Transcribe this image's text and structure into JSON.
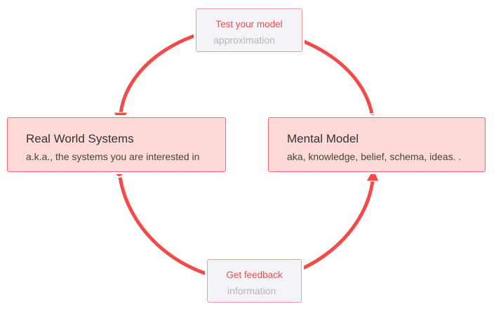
{
  "colors": {
    "accent": "#f44a4a",
    "node_fill": "#ffd8d8",
    "node_border": "#ef6b6b",
    "edge_label_fill": "#f4f4f8",
    "edge_label_title": "#e94e4e",
    "edge_label_sub": "#b3b3c2"
  },
  "nodes": {
    "real_world": {
      "title": "Real World Systems",
      "subtitle": "a.k.a., the systems you are interested in"
    },
    "mental_model": {
      "title": "Mental Model",
      "subtitle": "aka, knowledge, belief, schema, ideas. ."
    }
  },
  "edges": {
    "test": {
      "title": "Test your model",
      "subtitle": "approximation"
    },
    "feedback": {
      "title": "Get feedback",
      "subtitle": "information"
    }
  }
}
